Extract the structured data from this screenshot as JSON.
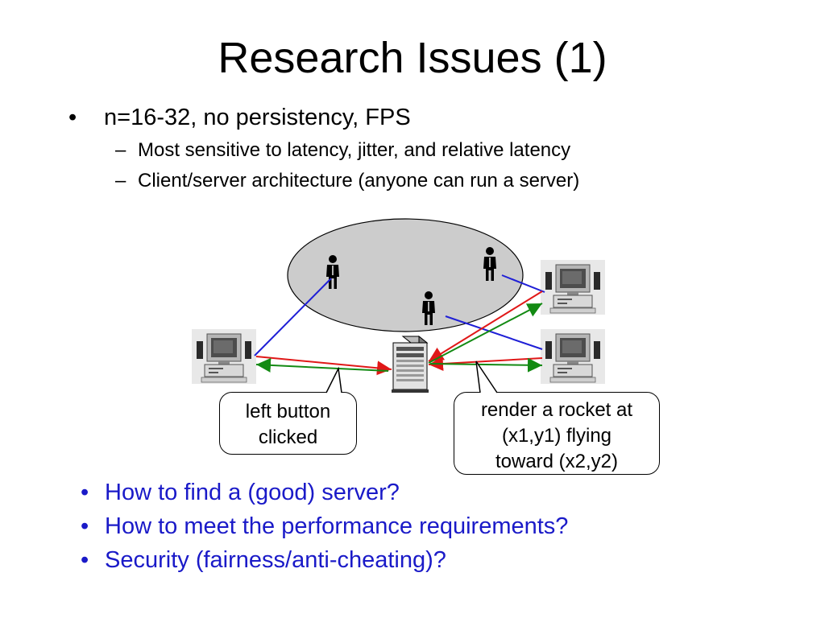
{
  "slide": {
    "title": "Research Issues (1)",
    "bullet_symbol": "•",
    "sub_bullet_symbol": "–",
    "main_bullet": "n=16-32, no persistency, FPS",
    "sub_bullets": [
      "Most sensitive to latency, jitter, and relative latency",
      "Client/server architecture (anyone can run a server)"
    ],
    "questions": [
      "How to find a (good) server?",
      "How to meet the performance requirements?",
      "Security (fairness/anti-cheating)?"
    ]
  },
  "diagram": {
    "callout_left": [
      "left button",
      "clicked"
    ],
    "callout_right": [
      "render a rocket at",
      "(x1,y1) flying",
      "toward (x2,y2)"
    ],
    "colors": {
      "world": "#cccccc",
      "line_blue": "#1f1fd6",
      "line_red": "#e01818",
      "line_green": "#138a13",
      "question_text": "#1a1ac8"
    }
  }
}
